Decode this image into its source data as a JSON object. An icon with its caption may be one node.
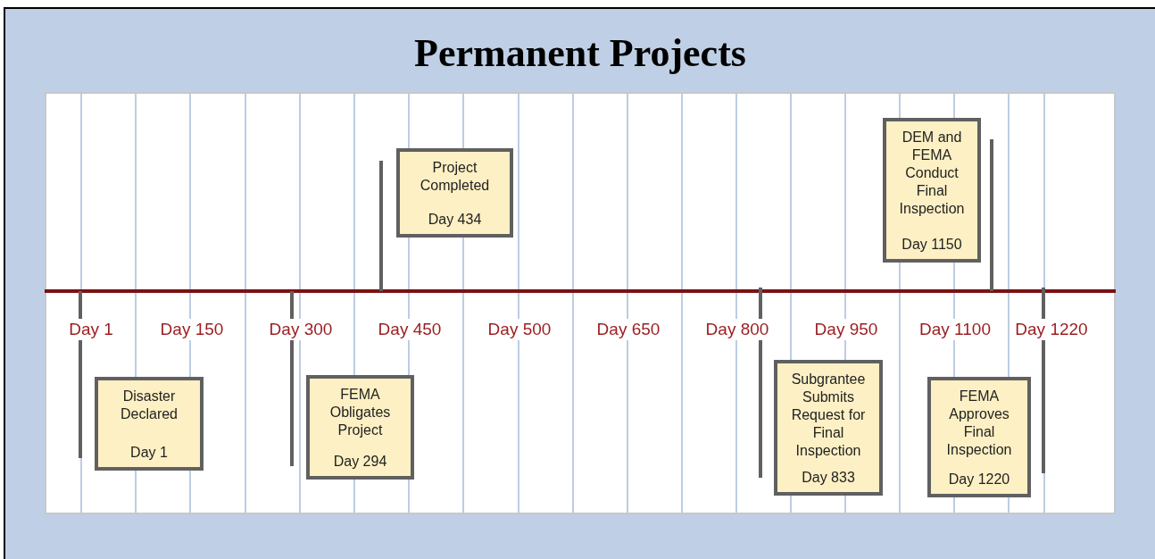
{
  "diagram": {
    "title": "Permanent Projects",
    "nodes": [
      {
        "text": [
          "Disaster Declared",
          "Day 1"
        ]
      },
      {
        "text": [
          "FEMA Obligates Project",
          "Day 294"
        ]
      },
      {
        "text": [
          "Project Completed",
          "Day 434"
        ]
      },
      {
        "text": [
          "Subgrantee Submits Request for Final Inspection",
          "Day 833"
        ]
      },
      {
        "text": [
          "DEM and FEMA Conduct Final Inspection",
          "Day 1150"
        ]
      },
      {
        "text": [
          "FEMA Approves Final Inspection",
          "Day 1220"
        ]
      }
    ],
    "labels": [
      "Day 1",
      "Day 150",
      "Day 300",
      "Day 450",
      "Day 500",
      "Day 650",
      "Day 800",
      "Day 950",
      "Day 1100",
      "Day 1220"
    ]
  }
}
